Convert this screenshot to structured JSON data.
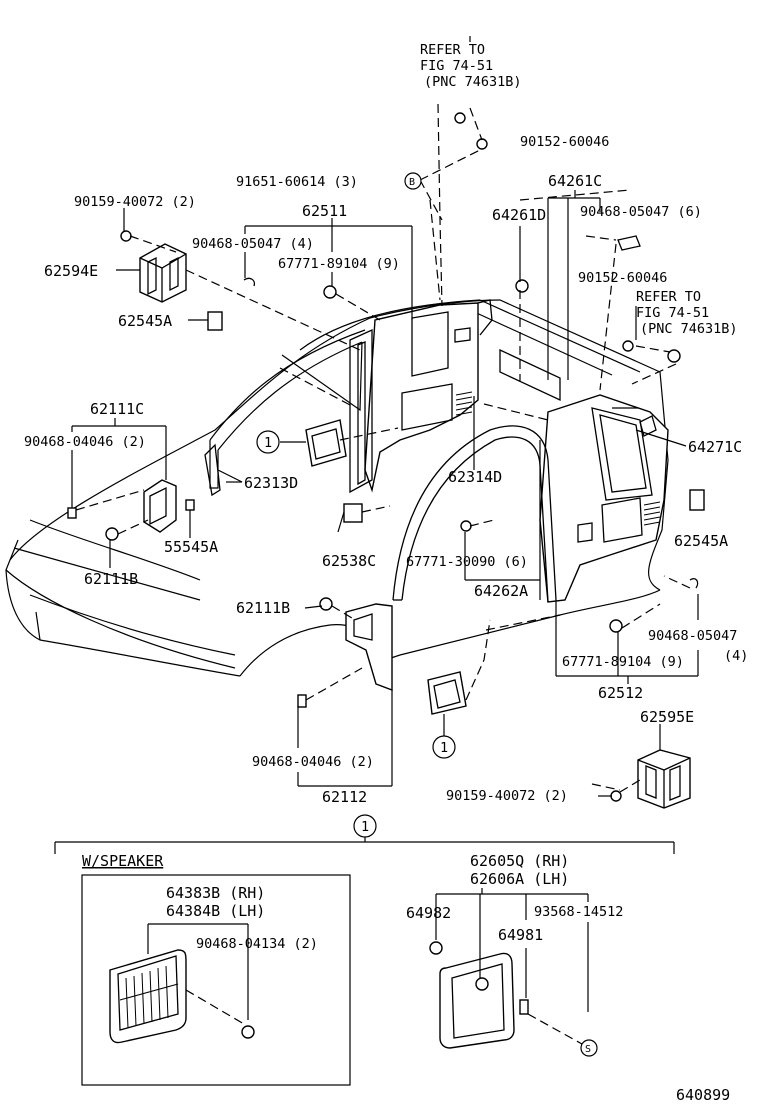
{
  "refer_top": [
    "REFER TO",
    "FIG 74-51",
    "(PNC 74631B)"
  ],
  "refer_right": [
    "REFER TO",
    "FIG 74-51",
    "(PNC 74631B)"
  ],
  "labels": {
    "p90152_60046_top": "90152-60046",
    "p91651_60614": "91651-60614 (3)",
    "circle_b": "B",
    "p64261C": "64261C",
    "p90159_40072_top": "90159-40072 (2)",
    "p62511": "62511",
    "p64261D": "64261D",
    "p90468_05047_6": "90468-05047 (6)",
    "p90468_05047_4_top": "90468-05047 (4)",
    "p67771_89104_top": "67771-89104 (9)",
    "p62594E": "62594E",
    "p90152_60046_right": "90152-60046",
    "p62545A_left": "62545A",
    "p62111C": "62111C",
    "p90468_04046_top": "90468-04046 (2)",
    "circle_1a": "1",
    "p64271C": "64271C",
    "p62313D": "62313D",
    "p62314D": "62314D",
    "p55545A": "55545A",
    "p62538C": "62538C",
    "p67771_30090": "67771-30090 (6)",
    "p62545A_right": "62545A",
    "p62111B_low": "62111B",
    "p64262A": "64262A",
    "p62111B_mid": "62111B",
    "p90468_05047_right": "90468-05047",
    "p90468_05047_right_qty": "(4)",
    "p67771_89104_bottom": "67771-89104 (9)",
    "p62512": "62512",
    "circle_1b": "1",
    "p62595E": "62595E",
    "p90468_04046_bottom": "90468-04046 (2)",
    "p62112": "62112",
    "p90159_40072_bottom": "90159-40072 (2)",
    "circle_1c": "1",
    "w_speaker": "W/SPEAKER",
    "p64383B": "64383B (RH)",
    "p64384B": "64384B (LH)",
    "p90468_04134": "90468-04134 (2)",
    "p62605Q": "62605Q (RH)",
    "p62606A": "62606A (LH)",
    "p64982": "64982",
    "p93568_14512": "93568-14512",
    "p64981": "64981",
    "circle_s": "S",
    "fig_number": "640899"
  }
}
